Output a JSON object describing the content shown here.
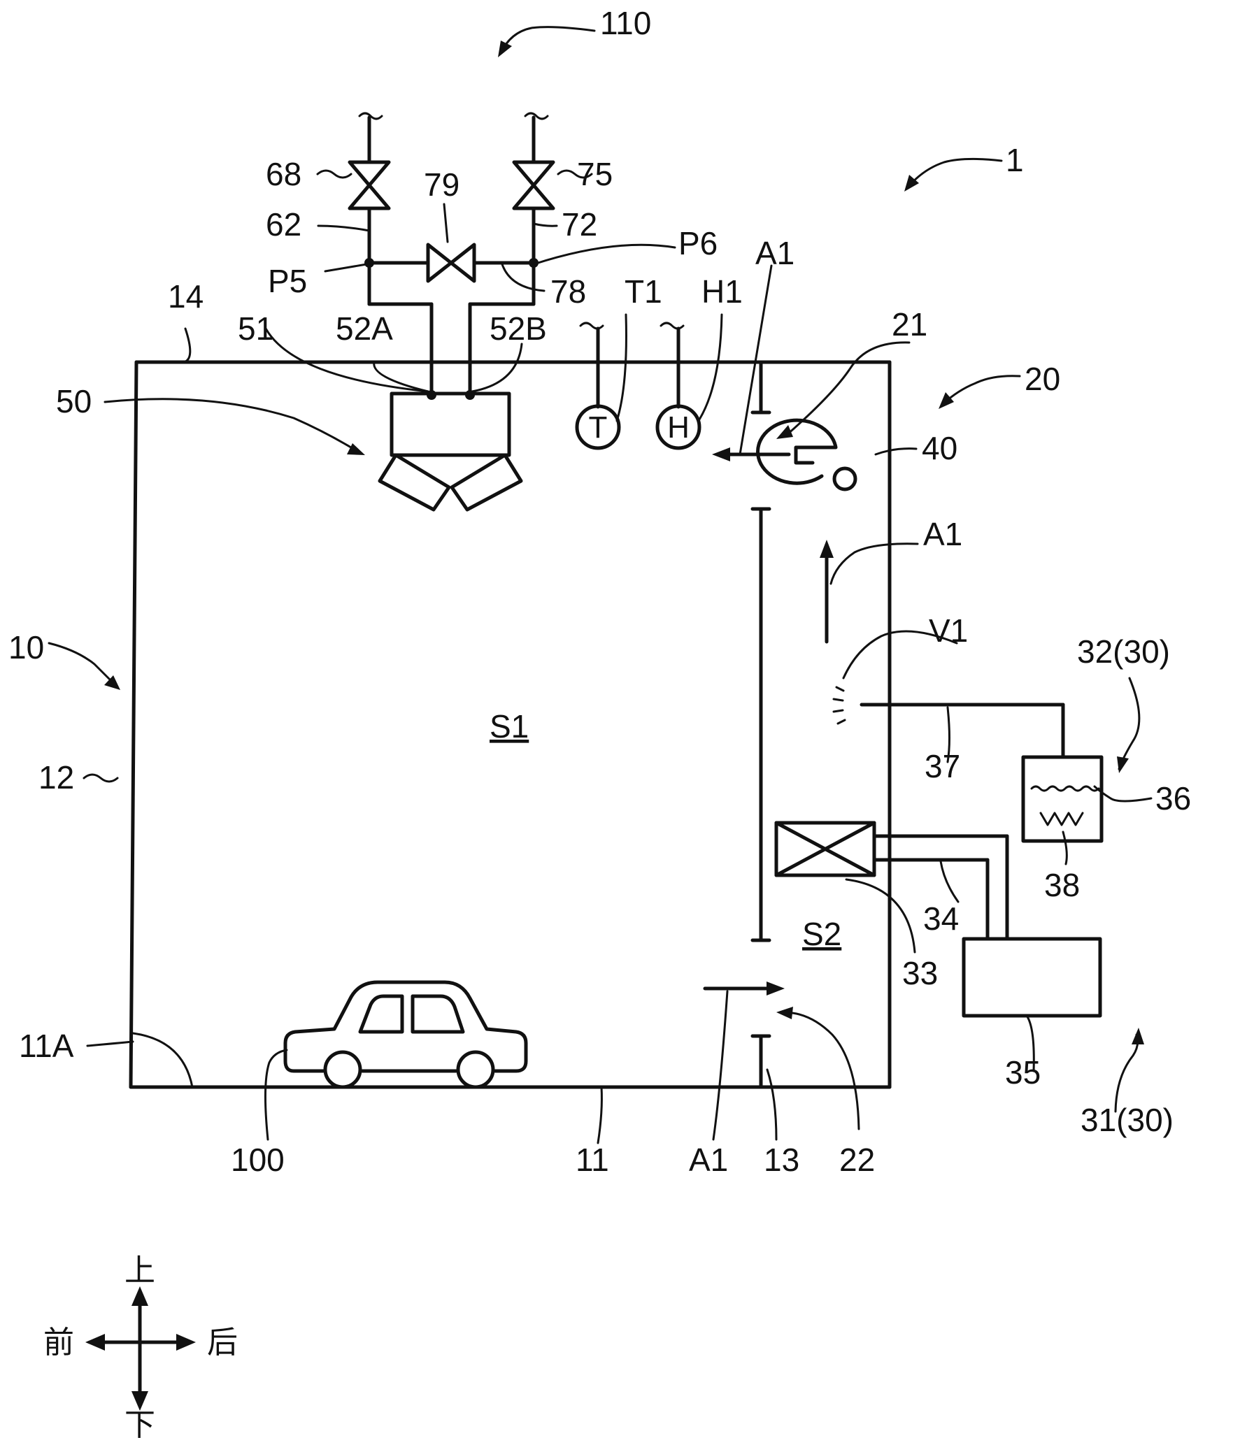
{
  "labels": {
    "system": "110",
    "apparatus": "1",
    "valve_68": "68",
    "valve_75": "75",
    "valve_79": "79",
    "pipe_62": "62",
    "pipe_72": "72",
    "point_p5": "P5",
    "point_p6": "P6",
    "pipe_78": "78",
    "sensor_t1": "T1",
    "sensor_h1": "H1",
    "air_a1_top": "A1",
    "duct_21": "21",
    "unit_20": "20",
    "wall_14": "14",
    "nozzle_51": "51",
    "port_52a": "52A",
    "port_52b": "52B",
    "sprayer_50": "50",
    "blower_40": "40",
    "air_a1_mid": "A1",
    "vent_v1": "V1",
    "humidifier_32": "32(30)",
    "chamber_10": "10",
    "wall_12": "12",
    "pipe_37": "37",
    "tank_36": "36",
    "heater_38": "38",
    "pipe_34": "34",
    "exchanger_33": "33",
    "space_s1": "S1",
    "space_s2": "S2",
    "cooler_35": "35",
    "corner_11a": "11A",
    "vehicle_100": "100",
    "floor_11": "11",
    "air_a1_bottom": "A1",
    "partition_13": "13",
    "inlet_22": "22",
    "aircon_31": "31(30)"
  },
  "symbols": {
    "temp_sensor": "T",
    "humidity_sensor": "H"
  },
  "compass": {
    "up": "上",
    "down": "下",
    "front": "前",
    "back": "后"
  }
}
